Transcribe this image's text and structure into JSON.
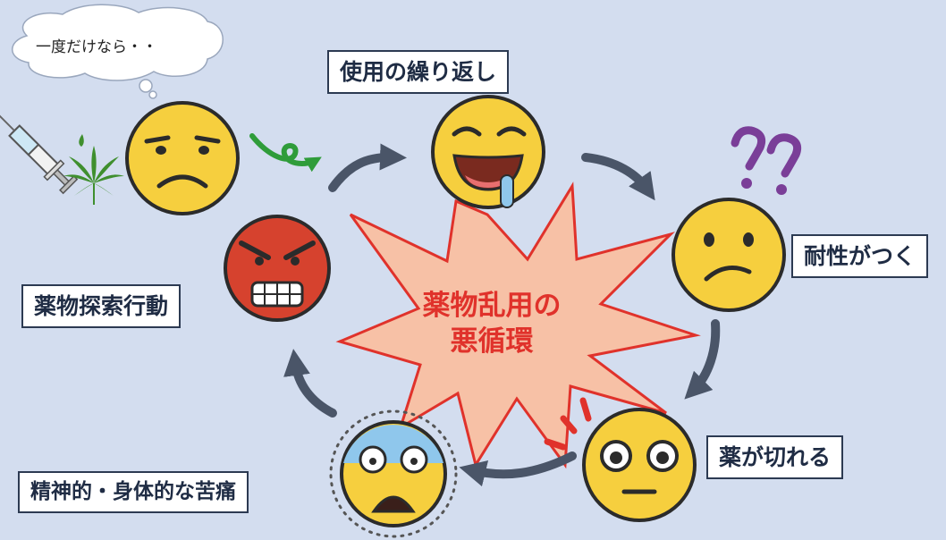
{
  "thought_bubble": {
    "text": "一度だけなら・・"
  },
  "center": {
    "line1": "薬物乱用の",
    "line2": "悪循環"
  },
  "stages": {
    "repeat_use": "使用の繰り返し",
    "tolerance": "耐性がつく",
    "wear_off": "薬が切れる",
    "suffering": "精神的・身体的な苦痛",
    "drug_seeking": "薬物探索行動"
  },
  "colors": {
    "background": "#d3ddef",
    "arrow": "#4a5568",
    "burst_fill": "#f7c1a6",
    "burst_stroke": "#e0322b",
    "face_yellow": "#f6cf3e",
    "face_red": "#d6422e",
    "question_mark": "#7a3e98",
    "leaf": "#3f8f2e"
  },
  "icons": [
    "syringe-icon",
    "cannabis-leaf-icon",
    "curly-arrow-icon",
    "question-marks-icon",
    "shock-lines-icon",
    "thought-bubble-icon"
  ]
}
